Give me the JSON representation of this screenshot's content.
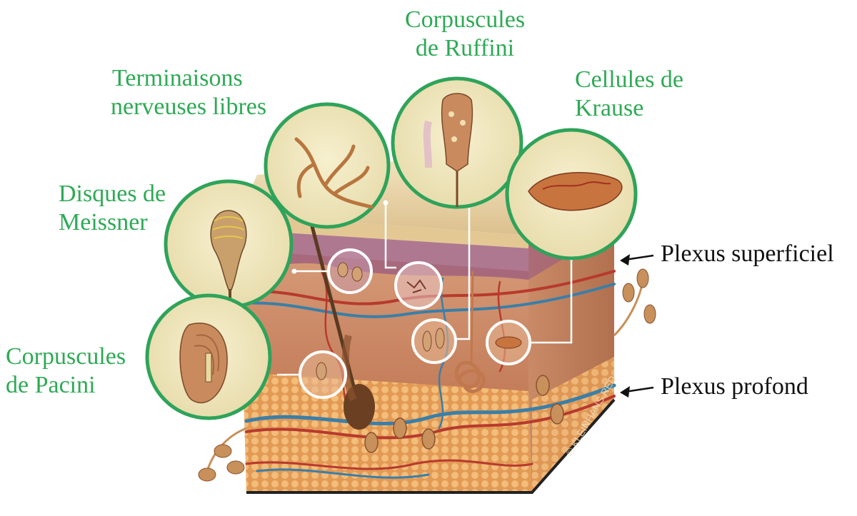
{
  "labels": {
    "ruffini": [
      "Corpuscules",
      "de Ruffini"
    ],
    "terminaisons": [
      "Terminaisons",
      "nerveuses libres"
    ],
    "krause": [
      "Cellules de",
      "Krause"
    ],
    "meissner": [
      "Disques de",
      "Meissner"
    ],
    "pacini": [
      "Corpuscules",
      "de Pacini"
    ],
    "plexus_superficiel": "Plexus superficiel",
    "plexus_profond": "Plexus profond"
  },
  "watermark": "© KLEINHANS RED",
  "colors": {
    "label_green": "#2eaa55",
    "ring_green": "#2fa35a",
    "epidermis": "#e8d3a6",
    "dermis": "#c98a66",
    "papillary_purple": "#a0607e",
    "hypodermis_fat": "#e8a35c",
    "artery_red": "#b73a2e",
    "vein_blue": "#3a7fa8",
    "nerve_tan": "#c8905a"
  }
}
